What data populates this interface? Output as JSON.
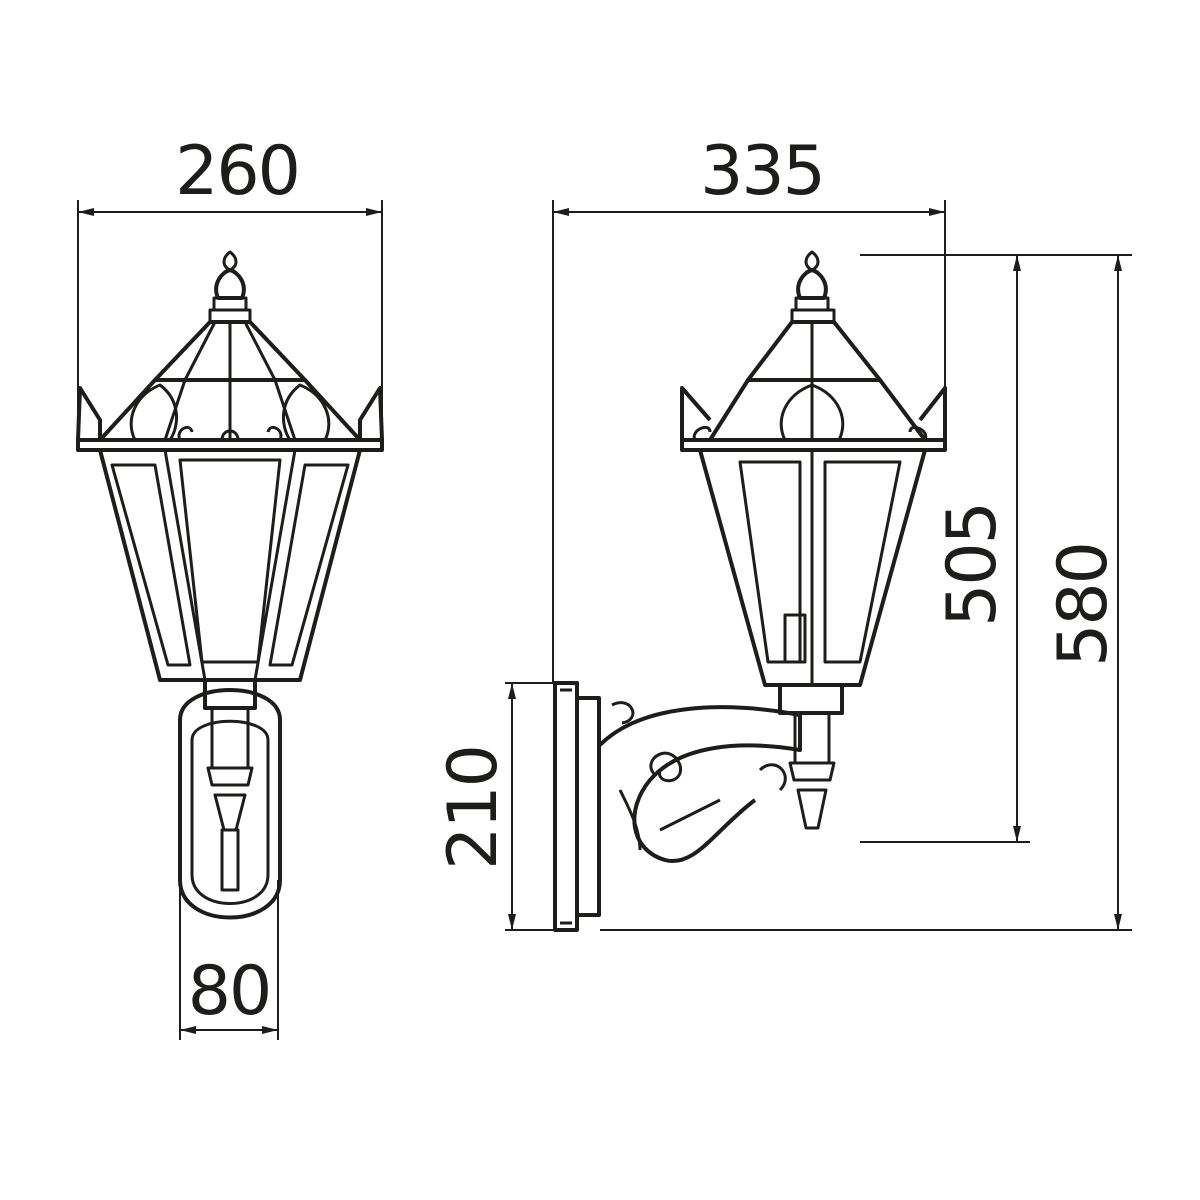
{
  "drawing": {
    "front_view": {
      "width_label": "260",
      "depth_label": "80"
    },
    "side_view": {
      "projection_label": "335",
      "lamp_height_label": "505",
      "total_height_label": "580",
      "wall_plate_height_label": "210"
    },
    "colors": {
      "line": "#1d1d1b",
      "background": "#ffffff"
    }
  }
}
